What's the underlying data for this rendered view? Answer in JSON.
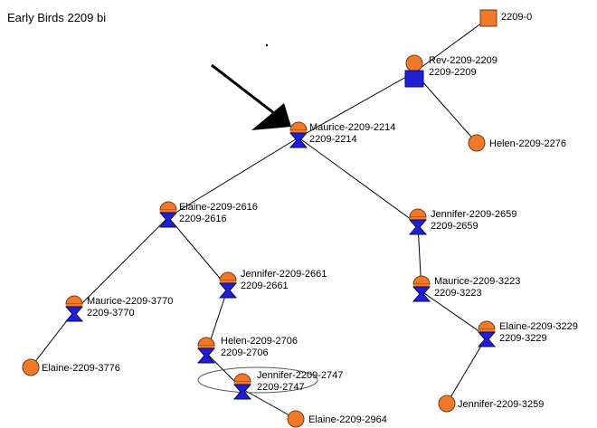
{
  "title": "Early Birds 2209 bi",
  "colors": {
    "orange": "#f07a2a",
    "blue": "#1f1fd6",
    "edge": "#000000"
  },
  "nodes": [
    {
      "id": "n2209-0",
      "lines": [
        "2209-0"
      ],
      "shape": "square-orange-icon"
    },
    {
      "id": "rev",
      "lines": [
        "Rev-2209-2209",
        "2209-2209"
      ],
      "shape": "circle-over-blue-square-icon"
    },
    {
      "id": "helen2276",
      "lines": [
        "Helen-2209-2276"
      ],
      "shape": "orange-circle-icon"
    },
    {
      "id": "maurice2214",
      "lines": [
        "Maurice-2209-2214",
        "2209-2214"
      ],
      "shape": "half-circle-hourglass-icon"
    },
    {
      "id": "elaine2616",
      "lines": [
        "Elaine-2209-2616",
        "2209-2616"
      ],
      "shape": "half-circle-hourglass-icon"
    },
    {
      "id": "jennifer2659",
      "lines": [
        "Jennifer-2209-2659",
        "2209-2659"
      ],
      "shape": "half-circle-hourglass-icon"
    },
    {
      "id": "jennifer2661",
      "lines": [
        "Jennifer-2209-2661",
        "2209-2661"
      ],
      "shape": "half-circle-hourglass-icon"
    },
    {
      "id": "maurice3223",
      "lines": [
        "Maurice-2209-3223",
        "2209-3223"
      ],
      "shape": "half-circle-hourglass-icon"
    },
    {
      "id": "maurice3770",
      "lines": [
        "Maurice-2209-3770",
        "2209-3770"
      ],
      "shape": "half-circle-hourglass-icon"
    },
    {
      "id": "helen2706",
      "lines": [
        "Helen-2209-2706",
        "2209-2706"
      ],
      "shape": "half-circle-hourglass-icon"
    },
    {
      "id": "elaine3229",
      "lines": [
        "Elaine-2209-3229",
        "2209-3229"
      ],
      "shape": "half-circle-hourglass-icon"
    },
    {
      "id": "elaine3776",
      "lines": [
        "Elaine-2209-3776"
      ],
      "shape": "orange-circle-icon"
    },
    {
      "id": "jennifer2747",
      "lines": [
        "Jennifer-2209-2747",
        "2209-2747"
      ],
      "shape": "half-circle-hourglass-icon"
    },
    {
      "id": "jennifer3259",
      "lines": [
        "Jennifer-2209-3259"
      ],
      "shape": "orange-circle-icon"
    },
    {
      "id": "elaine2964",
      "lines": [
        "Elaine-2209-2964"
      ],
      "shape": "orange-circle-icon"
    }
  ],
  "edges": [
    [
      "n2209-0",
      "rev"
    ],
    [
      "rev",
      "helen2276"
    ],
    [
      "rev",
      "maurice2214"
    ],
    [
      "maurice2214",
      "elaine2616"
    ],
    [
      "maurice2214",
      "jennifer2659"
    ],
    [
      "elaine2616",
      "maurice3770"
    ],
    [
      "elaine2616",
      "jennifer2661"
    ],
    [
      "maurice3770",
      "elaine3776"
    ],
    [
      "jennifer2661",
      "helen2706"
    ],
    [
      "helen2706",
      "jennifer2747"
    ],
    [
      "jennifer2747",
      "elaine2964"
    ],
    [
      "jennifer2659",
      "maurice3223"
    ],
    [
      "maurice3223",
      "elaine3229"
    ],
    [
      "elaine3229",
      "jennifer3259"
    ]
  ],
  "highlight": {
    "node": "jennifer2747",
    "marker": "ellipse-highlight"
  },
  "pointer": {
    "target": "maurice2214",
    "icon": "arrow-pointer-icon"
  }
}
